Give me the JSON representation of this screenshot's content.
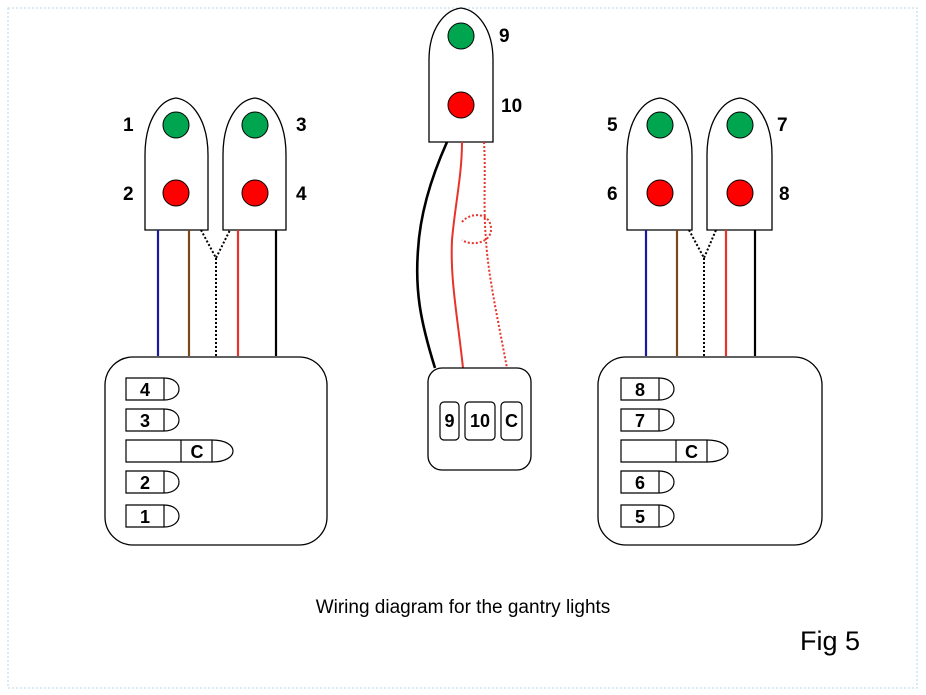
{
  "caption": "Wiring diagram for the gantry lights",
  "figure_label": "Fig 5",
  "colors": {
    "border": "#b7d7e8",
    "green_lamp": "#00a550",
    "red_lamp": "#ff0000",
    "wire_blue": "#1a1aa0",
    "wire_brown": "#7a4a1a",
    "wire_red": "#e8332a",
    "wire_black": "#000000"
  },
  "left_signal": {
    "head_a": {
      "top_label": "1",
      "bottom_label": "2",
      "top_color": "green",
      "bottom_color": "red"
    },
    "head_b": {
      "top_label": "3",
      "bottom_label": "4",
      "top_color": "green",
      "bottom_color": "red"
    },
    "terminals": [
      "4",
      "3",
      "C",
      "2",
      "1"
    ]
  },
  "center_signal": {
    "head": {
      "top_label": "9",
      "bottom_label": "10",
      "top_color": "green",
      "bottom_color": "red"
    },
    "terminals": [
      "9",
      "10",
      "C"
    ]
  },
  "right_signal": {
    "head_a": {
      "top_label": "5",
      "bottom_label": "6",
      "top_color": "green",
      "bottom_color": "red"
    },
    "head_b": {
      "top_label": "7",
      "bottom_label": "8",
      "top_color": "green",
      "bottom_color": "red"
    },
    "terminals": [
      "8",
      "7",
      "C",
      "6",
      "5"
    ]
  }
}
